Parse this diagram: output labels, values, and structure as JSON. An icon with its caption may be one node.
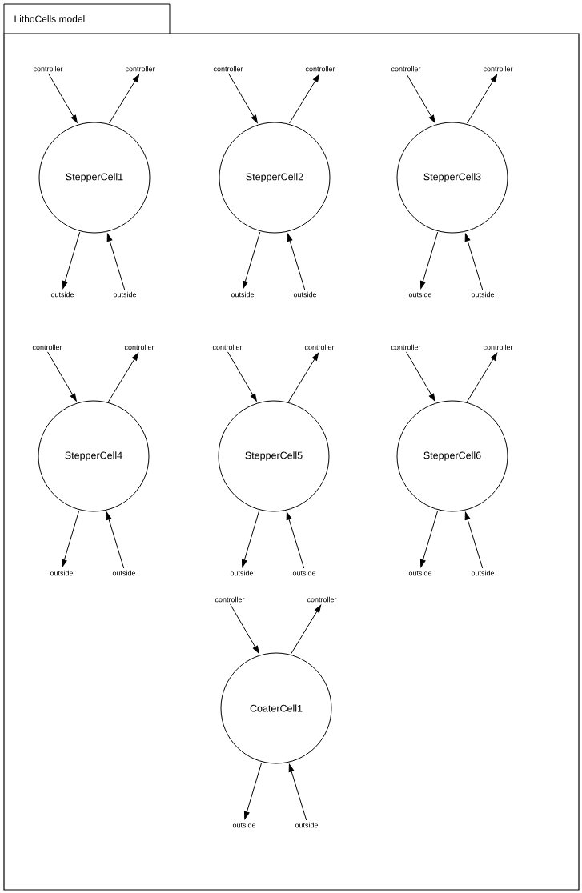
{
  "diagram": {
    "title": "LithoCells model",
    "nodes": [
      {
        "text": [
          "controller"
        ]
      },
      {
        "text": [
          "controller"
        ]
      },
      {
        "text": [
          "StepperCell1"
        ]
      },
      {
        "text": [
          "outside"
        ]
      },
      {
        "text": [
          "outside"
        ]
      },
      {
        "text": [
          "controller"
        ]
      },
      {
        "text": [
          "controller"
        ]
      },
      {
        "text": [
          "StepperCell2"
        ]
      },
      {
        "text": [
          "outside"
        ]
      },
      {
        "text": [
          "outside"
        ]
      },
      {
        "text": [
          "controller"
        ]
      },
      {
        "text": [
          "controller"
        ]
      },
      {
        "text": [
          "StepperCell3"
        ]
      },
      {
        "text": [
          "outside"
        ]
      },
      {
        "text": [
          "outside"
        ]
      },
      {
        "text": [
          "controller"
        ]
      },
      {
        "text": [
          "controller"
        ]
      },
      {
        "text": [
          "StepperCell4"
        ]
      },
      {
        "text": [
          "outside"
        ]
      },
      {
        "text": [
          "outside"
        ]
      },
      {
        "text": [
          "controller"
        ]
      },
      {
        "text": [
          "controller"
        ]
      },
      {
        "text": [
          "StepperCell5"
        ]
      },
      {
        "text": [
          "outside"
        ]
      },
      {
        "text": [
          "outside"
        ]
      },
      {
        "text": [
          "controller"
        ]
      },
      {
        "text": [
          "controller"
        ]
      },
      {
        "text": [
          "StepperCell6"
        ]
      },
      {
        "text": [
          "outside"
        ]
      },
      {
        "text": [
          "outside"
        ]
      },
      {
        "text": [
          "controller"
        ]
      },
      {
        "text": [
          "controller"
        ]
      },
      {
        "text": [
          "CoaterCell1"
        ]
      },
      {
        "text": [
          "outside"
        ]
      },
      {
        "text": [
          "outside"
        ]
      }
    ],
    "edges": [
      {
        "from": 0,
        "to": 2,
        "arrow": "to"
      },
      {
        "from": 2,
        "to": 1,
        "arrow": "to"
      },
      {
        "from": 2,
        "to": 3,
        "arrow": "to"
      },
      {
        "from": 4,
        "to": 2,
        "arrow": "to"
      },
      {
        "from": 5,
        "to": 7,
        "arrow": "to"
      },
      {
        "from": 7,
        "to": 6,
        "arrow": "to"
      },
      {
        "from": 7,
        "to": 8,
        "arrow": "to"
      },
      {
        "from": 9,
        "to": 7,
        "arrow": "to"
      },
      {
        "from": 10,
        "to": 12,
        "arrow": "to"
      },
      {
        "from": 12,
        "to": 11,
        "arrow": "to"
      },
      {
        "from": 12,
        "to": 13,
        "arrow": "to"
      },
      {
        "from": 14,
        "to": 12,
        "arrow": "to"
      },
      {
        "from": 15,
        "to": 17,
        "arrow": "to"
      },
      {
        "from": 17,
        "to": 16,
        "arrow": "to"
      },
      {
        "from": 17,
        "to": 18,
        "arrow": "to"
      },
      {
        "from": 19,
        "to": 17,
        "arrow": "to"
      },
      {
        "from": 20,
        "to": 22,
        "arrow": "to"
      },
      {
        "from": 22,
        "to": 21,
        "arrow": "to"
      },
      {
        "from": 22,
        "to": 23,
        "arrow": "to"
      },
      {
        "from": 24,
        "to": 22,
        "arrow": "to"
      },
      {
        "from": 25,
        "to": 27,
        "arrow": "to"
      },
      {
        "from": 27,
        "to": 26,
        "arrow": "to"
      },
      {
        "from": 27,
        "to": 28,
        "arrow": "to"
      },
      {
        "from": 29,
        "to": 27,
        "arrow": "to"
      },
      {
        "from": 30,
        "to": 32,
        "arrow": "to"
      },
      {
        "from": 32,
        "to": 31,
        "arrow": "to"
      },
      {
        "from": 32,
        "to": 33,
        "arrow": "to"
      },
      {
        "from": 34,
        "to": 32,
        "arrow": "to"
      }
    ]
  }
}
